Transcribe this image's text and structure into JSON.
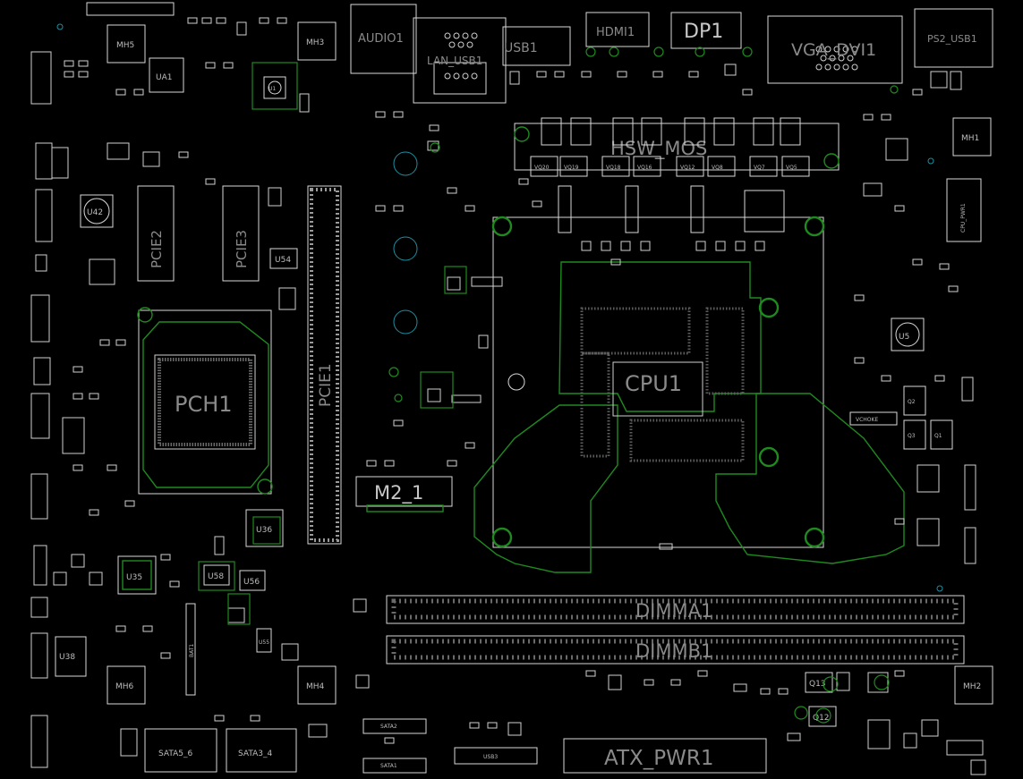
{
  "labels": {
    "mh_top1": "MH5",
    "mh_top2": "MH3",
    "mh_top_right": "MH1",
    "mh_bot1": "MH6",
    "mh_bot2": "MH4",
    "mh_bot_right": "MH2",
    "audio": "AUDIO1",
    "lan_usb": "LAN_USB1",
    "usb1": "USB1",
    "hdmi": "HDMI1",
    "dp": "DP1",
    "vga": "VGA_DVI1",
    "ps2": "PS2_USB1",
    "ua1": "UA1",
    "u1": "U1",
    "u42": "U42",
    "u54": "U54",
    "u5": "U5",
    "u35": "U35",
    "u38": "U38",
    "u36": "U36",
    "pcie2": "PCIE2",
    "pcie3": "PCIE3",
    "pcie1": "PCIE1",
    "pch": "PCH1",
    "cpu": "CPU1",
    "m2": "M2_1",
    "hsw_mos": "HSW_MOS",
    "dimma": "DIMMA1",
    "dimmb": "DIMMB1",
    "atx": "ATX_PWR1",
    "sata56": "SATA5_6",
    "sata34": "SATA3_4",
    "cpu_pwr": "CPU_PWR1",
    "bat": "BAT1",
    "q13": "Q13",
    "q12": "Q12",
    "q2": "Q2",
    "q3": "Q3",
    "q1": "Q1",
    "u58": "U58",
    "u56": "U56",
    "u55": "U55",
    "vchoke": "VCHOKE",
    "usb3": "USB3",
    "sata1": "SATA1",
    "sata2": "SATA2"
  },
  "mosfets": [
    "VQ20",
    "VQ19",
    "VQ18",
    "VQ16",
    "VQ12",
    "VQ8",
    "VQ7",
    "VQ5"
  ],
  "colors": {
    "background": "#000000",
    "silkscreen": "#d8d8d8",
    "copper_outline": "#1f8a1f",
    "holes": "#1e8fa0"
  }
}
